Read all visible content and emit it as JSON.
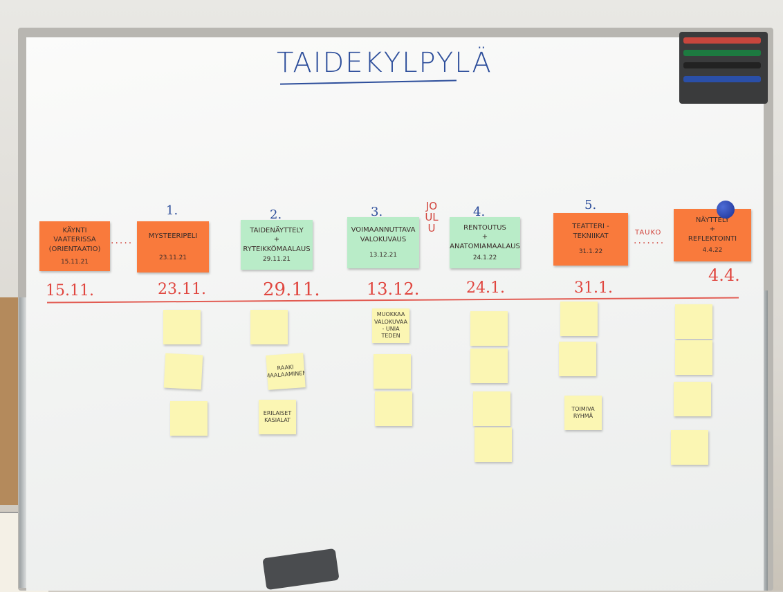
{
  "board": {
    "title": "TAIDEKYLPYLÄ",
    "joulu": "JOULU",
    "tauko": "TAUKO"
  },
  "stations": [
    {
      "number": "",
      "lines": [
        "KÄYNTI",
        "VAATERISSA",
        "(ORIENTAATIO)"
      ],
      "date": "15.11.21",
      "color": "#f97a3c"
    },
    {
      "number": "1.",
      "lines": [
        "MYSTEERIPELI"
      ],
      "date": "23.11.21",
      "color": "#f97a3c"
    },
    {
      "number": "2.",
      "lines": [
        "TAIDENÄYTTELY",
        "+",
        "RYTEIKKÖMAALAUS"
      ],
      "date": "29.11.21",
      "color": "#b9ecc8"
    },
    {
      "number": "3.",
      "lines": [
        "VOIMAANNUTTAVA",
        "VALOKUVAUS"
      ],
      "date": "13.12.21",
      "color": "#b9ecc8"
    },
    {
      "number": "4.",
      "lines": [
        "RENTOUTUS",
        "+",
        "ANATOMIAMAALAUS"
      ],
      "date": "24.1.22",
      "color": "#b9ecc8"
    },
    {
      "number": "5.",
      "lines": [
        "TEATTERI -",
        "TEKNIIKAT"
      ],
      "date": "31.1.22",
      "color": "#f97a3c"
    },
    {
      "number": "",
      "lines": [
        "NÄYTTELY",
        "+",
        "REFLEKTOINTI"
      ],
      "date": "4.4.22",
      "color": "#f97a3c"
    }
  ],
  "timeline_dates": [
    "15.11.",
    "23.11.",
    "29.11.",
    "13.12.",
    "24.1.",
    "31.1.",
    "4.4."
  ],
  "stickies": {
    "col1": [
      ""
    ],
    "col2": [
      "",
      "RAAKI MAALAAMINEN",
      "ERILAISET KASIALAT"
    ],
    "col3": [
      "MUOKKAA VALOKUVAA - UNIA TEDEN",
      "",
      ""
    ],
    "col4": [
      "",
      "",
      "",
      ""
    ],
    "col5": [
      "",
      "",
      "TOIMIVA RYHMÄ"
    ],
    "col6": [
      "",
      "",
      "",
      ""
    ]
  },
  "colors": {
    "title_blue": "#2d4e9b",
    "timeline_red": "#e0463f",
    "sticky_yellow": "#fbf6b3"
  }
}
